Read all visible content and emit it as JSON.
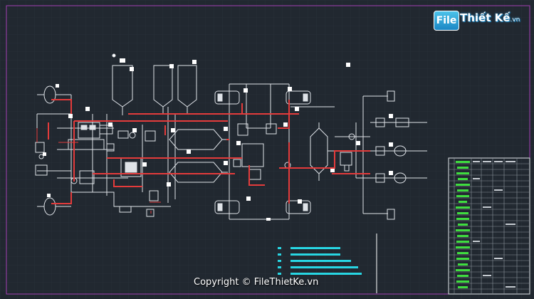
{
  "logo": {
    "badge": "File",
    "name": "Thiết Kế",
    "suffix": ".vn"
  },
  "watermark": {
    "copyright": "Copyright © FileThietKe.vn"
  },
  "colors": {
    "background": "#212830",
    "grid": "#2c343d",
    "frame": "#a43fb3",
    "line_white": "#dfe3e8",
    "line_red": "#e43b3b",
    "accent_cyan": "#28d6e3",
    "accent_green": "#3fdc3f"
  },
  "icons": {
    "logo": "file-thiet-ke-logo",
    "diagram": "pneumatic-brake-schematic",
    "legend": "legend-bars",
    "title_block": "title-block-table"
  }
}
